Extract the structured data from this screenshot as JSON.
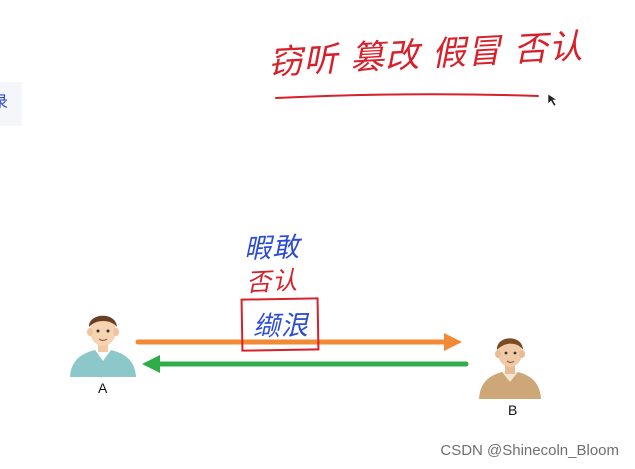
{
  "title_note": "窃听 篡改 假冒 否认",
  "left_tab_text": "录",
  "annotations": {
    "blue_top": "暇敢",
    "red_middle": "否认",
    "boxed": "缬泿"
  },
  "people": {
    "a": {
      "label": "A"
    },
    "b": {
      "label": "B"
    }
  },
  "watermark": "CSDN @Shinecoln_Bloom",
  "colors": {
    "red_ink": "#d8202a",
    "blue_ink": "#2b4bd6",
    "orange_arrow": "#f28a35",
    "green_arrow": "#2fad4a",
    "person_a_shirt": "#8cc7c9",
    "person_b_shirt": "#cda778"
  },
  "icons": [
    "person-a-icon",
    "person-b-icon",
    "cursor-icon"
  ]
}
